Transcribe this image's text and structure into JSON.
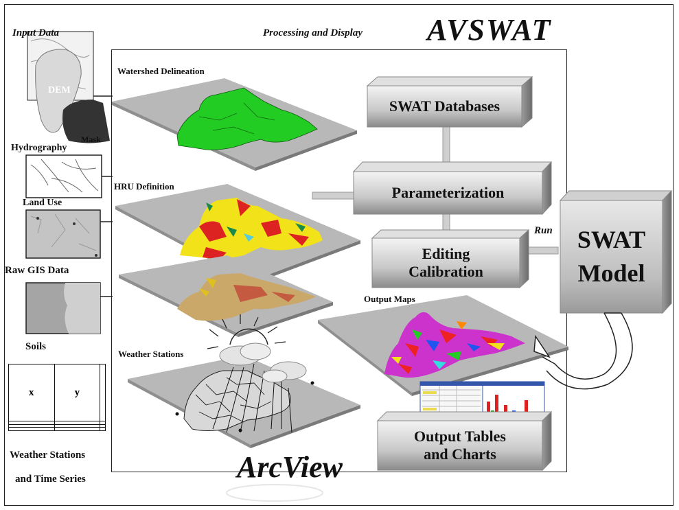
{
  "headers": {
    "input_data": "Input Data",
    "processing_display": "Processing and Display",
    "avswat": "AVSWAT",
    "arcview": "ArcView"
  },
  "input_layers": {
    "dem": "DEM",
    "mask": "Mask",
    "hydrography": "Hydrography",
    "land_use": "Land Use",
    "raw_gis": "Raw GIS Data",
    "soils": "Soils",
    "weather_series_line1": "Weather Stations",
    "weather_series_line2": "and Time Series"
  },
  "weather_table": {
    "columns": [
      "x",
      "y",
      ""
    ],
    "rows": [
      [
        "",
        "",
        ""
      ],
      [
        "",
        "",
        ""
      ],
      [
        "",
        "",
        ""
      ]
    ]
  },
  "planes": {
    "watershed": "Watershed Delineation",
    "hru": "HRU Definition",
    "weather": "Weather Stations",
    "output_maps": "Output Maps"
  },
  "boxes": {
    "databases": "SWAT Databases",
    "parameterization": "Parameterization",
    "editing_line1": "Editing",
    "editing_line2": "Calibration",
    "model_line1": "SWAT",
    "model_line2": "Model",
    "output_line1": "Output Tables",
    "output_line2": "and Charts",
    "run": "Run"
  },
  "colors": {
    "watershed_fill": "#22cc22",
    "landuse_red": "#dd2222",
    "landuse_yellow": "#f2e21a",
    "soil_tan": "#c9a86a",
    "plane_gray": "#b8b8b8"
  }
}
